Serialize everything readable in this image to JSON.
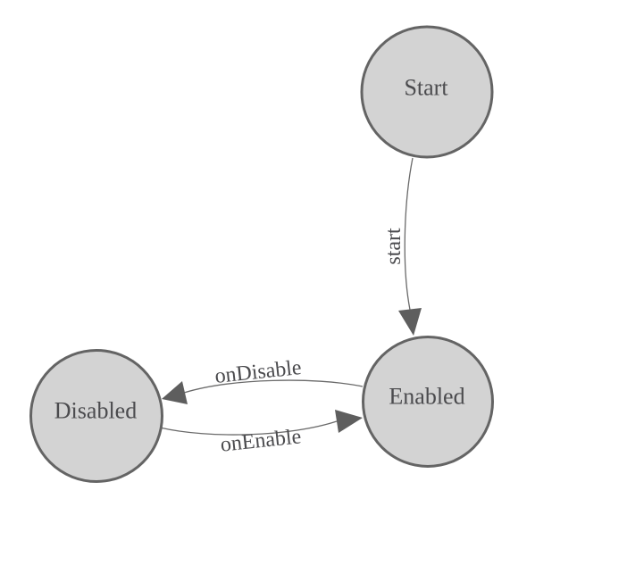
{
  "diagram": {
    "type": "state-machine",
    "background": "#ffffff",
    "colors": {
      "node_fill": "#d3d3d3",
      "node_stroke": "#646464",
      "edge_stroke": "#6a6a6a",
      "arrow_fill": "#5e5e5e",
      "label_color": "#4b4b4e"
    },
    "nodes": [
      {
        "id": "start",
        "label": "Start"
      },
      {
        "id": "enabled",
        "label": "Enabled"
      },
      {
        "id": "disabled",
        "label": "Disabled"
      }
    ],
    "edges": [
      {
        "from": "start",
        "to": "enabled",
        "label": "start"
      },
      {
        "from": "enabled",
        "to": "disabled",
        "label": "onDisable"
      },
      {
        "from": "disabled",
        "to": "enabled",
        "label": "onEnable"
      }
    ]
  }
}
